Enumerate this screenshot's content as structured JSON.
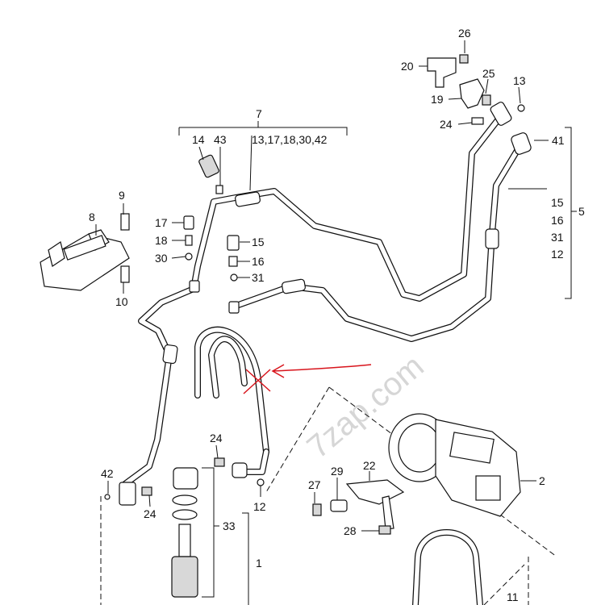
{
  "watermark": "7zap.com",
  "labels": {
    "n26": "26",
    "n20": "20",
    "n25": "25",
    "n13": "13",
    "n19": "19",
    "n24a": "24",
    "n41": "41",
    "n7": "7",
    "n7sub": "13,17,18,30,42",
    "n14": "14",
    "n43": "43",
    "n9": "9",
    "n8": "8",
    "n10": "10",
    "n17": "17",
    "n18": "18",
    "n30": "30",
    "n15a": "15",
    "n16a": "16",
    "n31a": "31",
    "n15b": "15",
    "n16b": "16",
    "n31b": "31",
    "n12a": "12",
    "n5": "5",
    "n24b": "24",
    "n12b": "12",
    "n42": "42",
    "n24c": "24",
    "n33": "33",
    "n1": "1",
    "n22": "22",
    "n29": "29",
    "n27": "27",
    "n28": "28",
    "n2": "2",
    "n11": "11"
  },
  "colors": {
    "ink": "#111111",
    "annotation": "#d8141c",
    "watermark": "#d6d6d6",
    "background": "#ffffff"
  }
}
